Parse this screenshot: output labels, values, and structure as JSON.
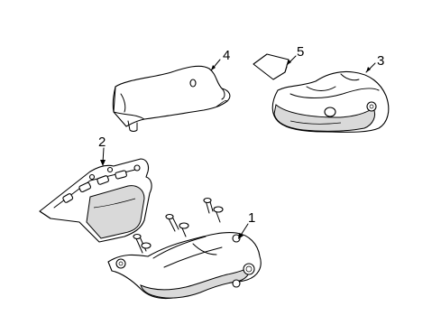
{
  "callouts": [
    {
      "id": "1",
      "label": "1"
    },
    {
      "id": "2",
      "label": "2"
    },
    {
      "id": "3",
      "label": "3"
    },
    {
      "id": "4",
      "label": "4"
    },
    {
      "id": "5",
      "label": "5"
    }
  ],
  "parts": [
    {
      "callout": "1",
      "icon": "exhaust-manifold"
    },
    {
      "callout": "2",
      "icon": "manifold-gasket"
    },
    {
      "callout": "3",
      "icon": "upper-heat-shield"
    },
    {
      "callout": "4",
      "icon": "heat-shield"
    },
    {
      "callout": "5",
      "icon": "shield-insulator"
    }
  ]
}
